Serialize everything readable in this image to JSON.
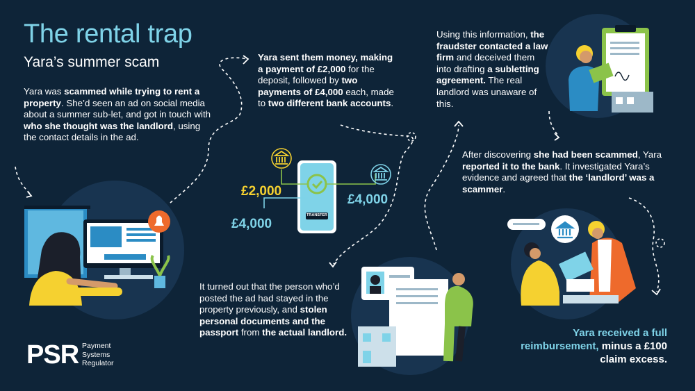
{
  "header": {
    "title": "The rental trap",
    "subtitle": "Yara’s summer scam"
  },
  "steps": {
    "step1": {
      "p1": "Yara was ",
      "b1": "scammed while trying to rent a property",
      "p2": ". She’d seen an ad on social media about a summer sub-let, and got in touch with ",
      "b2": "who she thought was the landlord",
      "p3": ", using the contact details in the ad."
    },
    "step2": {
      "b1": "Yara sent them money, making a payment of £2,000",
      "p1": " for the deposit, followed by ",
      "b2": "two payments of £4,000",
      "p2": " each, made to ",
      "b3": "two different bank accounts",
      "p3": "."
    },
    "step3": {
      "p1": "Using this information, ",
      "b1": "the fraudster contacted a law firm",
      "p2": " and deceived them into drafting ",
      "b2": "a subletting agreement.",
      "p3": " The real landlord was unaware of this."
    },
    "step4": {
      "p1": "It turned out that the person who’d posted the ad had stayed in the property previously, and ",
      "b1": "stolen personal documents and the passport",
      "p2": " from ",
      "b2": "the actual landlord."
    },
    "step5": {
      "p1": "After discovering ",
      "b1": "she had been scammed",
      "p2": ", Yara ",
      "b2": "reported it to the bank",
      "p3": ". It investigated Yara’s evidence and agreed that ",
      "b3": "the ‘landlord’ was a scammer",
      "p4": "."
    },
    "final": {
      "hl": "Yara received a full reimbursement,",
      "rest": " minus a £100 claim excess."
    }
  },
  "payments": {
    "amount_1": "£2,000",
    "amount_2": "£4,000",
    "amount_3": "£4,000",
    "phone_button": "TRANSFER"
  },
  "logo": {
    "mark": "PSR",
    "line1": "Payment",
    "line2": "Systems",
    "line3": "Regulator"
  },
  "colors": {
    "background": "#0e2438",
    "accent_blue": "#7fd3e8",
    "accent_yellow": "#f5d130",
    "accent_orange": "#ee6a2c",
    "accent_green": "#8bc34a"
  }
}
